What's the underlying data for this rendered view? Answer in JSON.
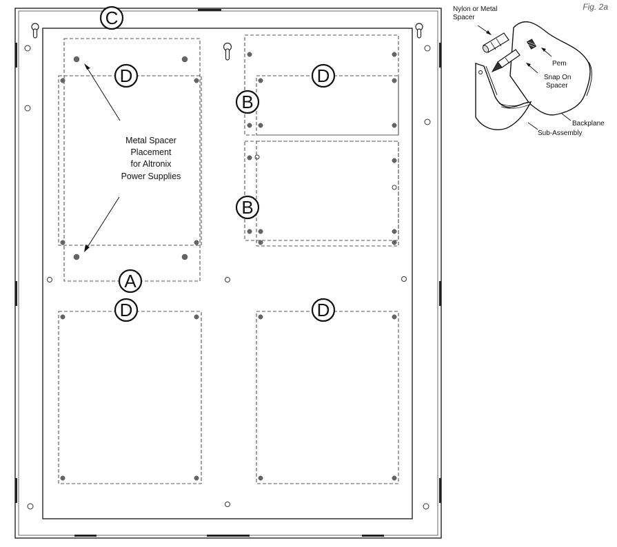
{
  "figure_label": "Fig. 2a",
  "note_lines": [
    "Metal Spacer",
    "Placement",
    "for Altronix",
    "Power Supplies"
  ],
  "markers": {
    "a": "A",
    "b": "B",
    "c": "C",
    "d": "D"
  },
  "detail_labels": {
    "spacer_line1": "Nylon or Metal",
    "spacer_line2": "Spacer",
    "pem": "Pem",
    "snap_line1": "Snap On",
    "snap_line2": "Spacer",
    "backplane": "Backplane",
    "subassembly": "Sub-Assembly"
  }
}
